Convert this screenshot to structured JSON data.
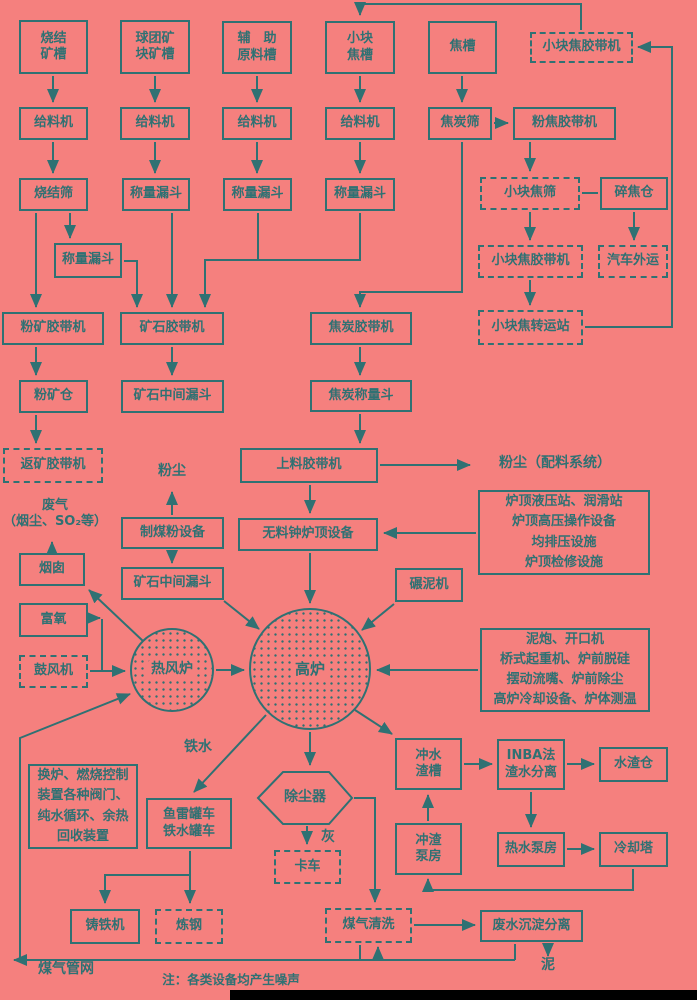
{
  "colors": {
    "background": "#f5807e",
    "line": "#2f7173",
    "footer_bar": "#000000"
  },
  "nodes": {
    "sinter_bin": {
      "label": "烧结\n矿槽"
    },
    "pellet_bin": {
      "label": "球团矿\n块矿槽"
    },
    "aux_bin": {
      "label": "辅　助\n原料槽"
    },
    "small_coke_bin": {
      "label": "小块\n焦槽"
    },
    "coke_bin": {
      "label": "焦槽"
    },
    "small_coke_belt": {
      "label": "小块焦胶带机"
    },
    "feeder": {
      "label": "给料机"
    },
    "coke_screen": {
      "label": "焦炭筛"
    },
    "fine_coke_belt": {
      "label": "粉焦胶带机"
    },
    "sinter_screen": {
      "label": "烧结筛"
    },
    "weigh_hopper": {
      "label": "称量漏斗"
    },
    "small_coke_screen": {
      "label": "小块焦筛"
    },
    "crushed_coke_bunker": {
      "label": "碎焦仓"
    },
    "truck_transport": {
      "label": "汽车外运"
    },
    "fine_ore_belt": {
      "label": "粉矿胶带机"
    },
    "ore_belt": {
      "label": "矿石胶带机"
    },
    "coke_belt": {
      "label": "焦炭胶带机"
    },
    "small_coke_transfer": {
      "label": "小块焦转运站"
    },
    "fine_ore_bunker": {
      "label": "粉矿仓"
    },
    "ore_middle_hopper": {
      "label": "矿石中间漏斗"
    },
    "coke_weigh_hopper": {
      "label": "焦炭称量斗"
    },
    "return_ore_belt": {
      "label": "返矿胶带机"
    },
    "charging_belt": {
      "label": "上料胶带机"
    },
    "dust_batching": {
      "label": "粉尘（配料系统）"
    },
    "dust": {
      "label": "粉尘"
    },
    "waste_gas": {
      "label": "废气\n（烟尘、SO₂等）"
    },
    "coal_powder_plant": {
      "label": "制煤粉设备"
    },
    "bell_less_top": {
      "label": "无料钟炉顶设备"
    },
    "top_equipment": {
      "label": "炉顶液压站、润滑站\n炉顶高压操作设备\n均排压设施\n炉顶检修设施"
    },
    "chimney": {
      "label": "烟囱"
    },
    "mud_mill": {
      "label": "碾泥机"
    },
    "oxygen": {
      "label": "富氧"
    },
    "blower": {
      "label": "鼓风机"
    },
    "hot_stove": {
      "label": "热风炉"
    },
    "blast_furnace": {
      "label": "高炉"
    },
    "furnace_equipment": {
      "label": "泥炮、开口机\n桥式起重机、炉前脱硅\n摆动流嘴、炉前除尘\n高炉冷却设备、炉体测温"
    },
    "hot_metal": {
      "label": "铁水"
    },
    "slag_flush_tank": {
      "label": "冲水\n渣槽"
    },
    "inba": {
      "label": "INBA法\n渣水分离"
    },
    "slag_bunker": {
      "label": "水渣仓"
    },
    "stove_control": {
      "label": "换炉、燃烧控制\n装置各种阀门、\n纯水循环、余热\n回收装置"
    },
    "torpedo_car": {
      "label": "鱼雷罐车\n铁水罐车"
    },
    "dust_catcher": {
      "label": "除尘器"
    },
    "ash": {
      "label": "灰"
    },
    "truck": {
      "label": "卡车"
    },
    "slag_pump_house": {
      "label": "冲渣\n泵房"
    },
    "hot_water_pump": {
      "label": "热水泵房"
    },
    "cooling_tower": {
      "label": "冷却塔"
    },
    "pig_caster": {
      "label": "铸铁机"
    },
    "steelmaking": {
      "label": "炼钢"
    },
    "gas_cleaning": {
      "label": "煤气清洗"
    },
    "wastewater": {
      "label": "废水沉淀分离"
    },
    "gas_network": {
      "label": "煤气管网"
    },
    "mud": {
      "label": "泥"
    },
    "note": {
      "label": "注：各类设备均产生噪声"
    }
  }
}
